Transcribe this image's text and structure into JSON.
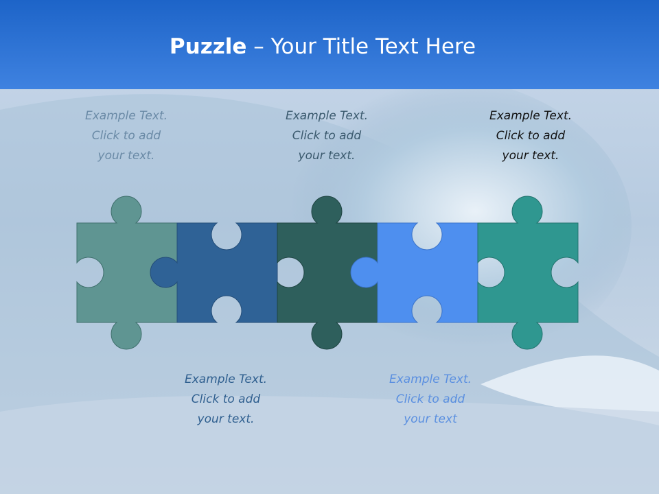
{
  "slide": {
    "title_bold": "Puzzle",
    "title_rest": " – Your Title Text Here"
  },
  "captions": [
    {
      "text": "Example Text.\nClick  to add\nyour text.",
      "color": "#6a8aa6"
    },
    {
      "text": "Example Text.\nClick  to add\nyour text.",
      "color": "#3b5a6e"
    },
    {
      "text": "Example Text.\nClick  to add\nyour text.",
      "color": "#111111"
    },
    {
      "text": "Example Text.\nClick  to add\nyour text.",
      "color": "#2f5f8f"
    },
    {
      "text": "Example Text.\nClick  to add\nyour text",
      "color": "#5a8fe0"
    }
  ],
  "pieces": [
    {
      "name": "puzzle-piece-1",
      "color": "#5f9592"
    },
    {
      "name": "puzzle-piece-2",
      "color": "#2f6296"
    },
    {
      "name": "puzzle-piece-3",
      "color": "#2e5f5c"
    },
    {
      "name": "puzzle-piece-4",
      "color": "#4e8fef"
    },
    {
      "name": "puzzle-piece-5",
      "color": "#2f9790"
    }
  ],
  "colors": {
    "title_bar_top": "#1d64c8",
    "title_bar_bottom": "#3f82e0",
    "sky": "#dbe6f4",
    "wave": "#a9c3d9"
  }
}
